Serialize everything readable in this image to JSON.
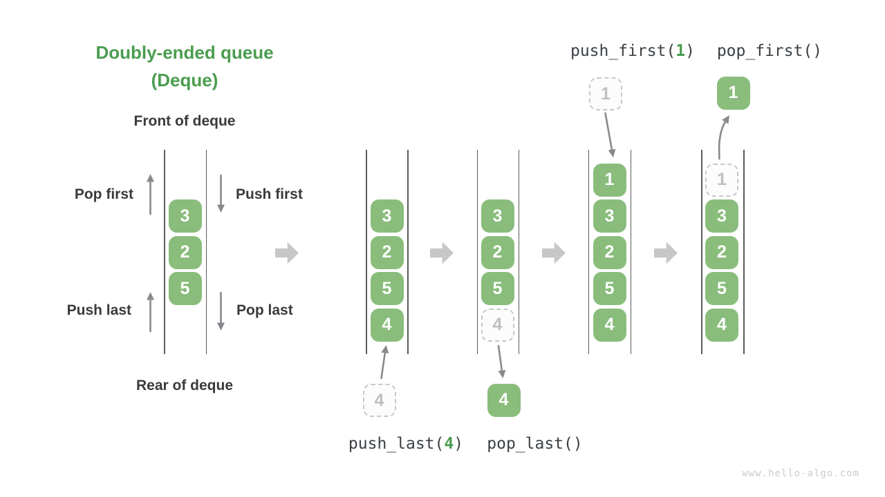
{
  "title": {
    "line1": "Doubly-ended queue",
    "line2": "(Deque)"
  },
  "left_diagram": {
    "front_label": "Front of deque",
    "rear_label": "Rear of deque",
    "pop_first_label": "Pop first",
    "push_first_label": "Push first",
    "push_last_label": "Push last",
    "pop_last_label": "Pop last",
    "cells": [
      "3",
      "2",
      "5"
    ]
  },
  "states": [
    {
      "cells": [
        "3",
        "2",
        "5",
        "4"
      ],
      "incoming": "4"
    },
    {
      "cells": [
        "3",
        "2",
        "5"
      ],
      "ghost": "4",
      "outgoing": "4"
    },
    {
      "cells": [
        "1",
        "3",
        "2",
        "5",
        "4"
      ],
      "incoming": "1"
    },
    {
      "cells": [
        "3",
        "2",
        "5",
        "4"
      ],
      "ghost": "1",
      "outgoing": "1"
    }
  ],
  "operations": {
    "push_last_prefix": "push_last(",
    "push_last_arg": "4",
    "push_last_suffix": ")",
    "pop_last": "pop_last()",
    "push_first_prefix": "push_first(",
    "push_first_arg": "1",
    "push_first_suffix": ")",
    "pop_first": "pop_first()"
  },
  "watermark": "www.hello-algo.com",
  "colors": {
    "accent_green": "#4a9d4f",
    "cell_green": "#8abd7c"
  }
}
